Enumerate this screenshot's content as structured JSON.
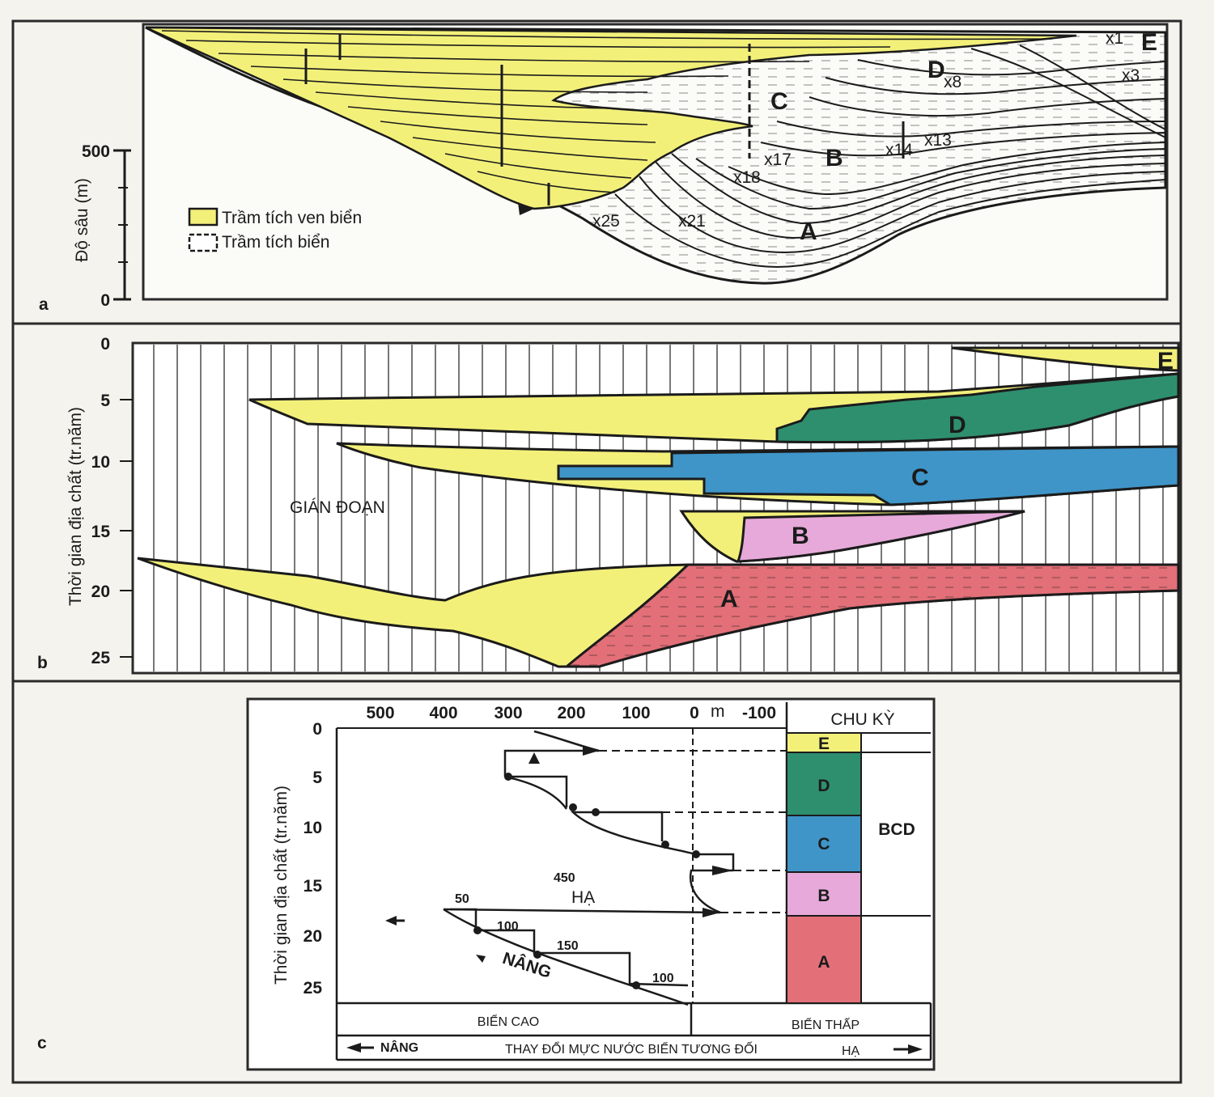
{
  "colors": {
    "coastal": "#f3f07a",
    "marine": "#ffffff",
    "A": "#e36f78",
    "B": "#e6a9d9",
    "C": "#3f95c8",
    "D": "#2e8f6e",
    "E": "#f3f07a",
    "frame": "#2a2a2a",
    "paper": "#f5f3ee"
  },
  "panel_a": {
    "tag": "a",
    "ylabel": "Độ sâu (m)",
    "ticks": [
      "500",
      "0"
    ],
    "legend": [
      {
        "label": "Trầm tích ven biển",
        "color": "#f3f07a"
      },
      {
        "label": "Trầm tích biển",
        "color": "#ffffff"
      }
    ],
    "units": [
      "A",
      "B",
      "C",
      "D",
      "E"
    ],
    "markers": [
      "x25",
      "x21",
      "x18",
      "x17",
      "x14",
      "x13",
      "x8",
      "x3",
      "x1"
    ]
  },
  "panel_b": {
    "tag": "b",
    "ylabel": "Thời gian địa chất (tr.năm)",
    "ticks": [
      "0",
      "5",
      "10",
      "15",
      "20",
      "25"
    ],
    "hiatus": "GIÁN ĐOẠN",
    "units": [
      "A",
      "B",
      "C",
      "D",
      "E"
    ]
  },
  "panel_c": {
    "tag": "c",
    "ylabel": "Thời gian địa chất (tr.năm)",
    "xticks": [
      "500",
      "400",
      "300",
      "200",
      "100",
      "0",
      "-100"
    ],
    "m_unit": "m",
    "yticks": [
      "0",
      "5",
      "10",
      "15",
      "20",
      "25"
    ],
    "cycle_header": "CHU KỲ",
    "cycles": [
      "E",
      "D",
      "C",
      "B",
      "A"
    ],
    "group": "BCD",
    "annotations": {
      "n450": "450",
      "ha_mid": "HẠ",
      "n50": "50",
      "n100a": "100",
      "n150": "150",
      "n100b": "100",
      "nang_mid": "NÂNG"
    },
    "bottom1": [
      "BIỂN CAO",
      "BIỂN THẤP"
    ],
    "bottom2": {
      "left": "NÂNG",
      "center": "THAY ĐỔI MỰC NƯỚC BIỂN TƯƠNG ĐỐI",
      "right": "HẠ"
    }
  }
}
